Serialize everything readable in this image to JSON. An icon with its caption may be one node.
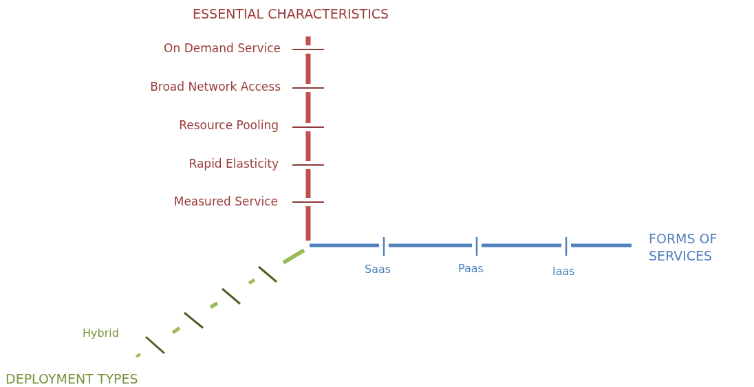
{
  "diagram": {
    "labels": [
      "ESSENTIAL CHARACTERISTICS",
      "On Demand Service",
      "Broad Network Access",
      "Resource Pooling",
      "Rapid  Elasticity",
      "Measured Service",
      "FORMS OF SERVICES",
      "Saas",
      "Paas",
      "Iaas",
      "Hybrid",
      "DEPLOYMENT TYPES"
    ]
  }
}
